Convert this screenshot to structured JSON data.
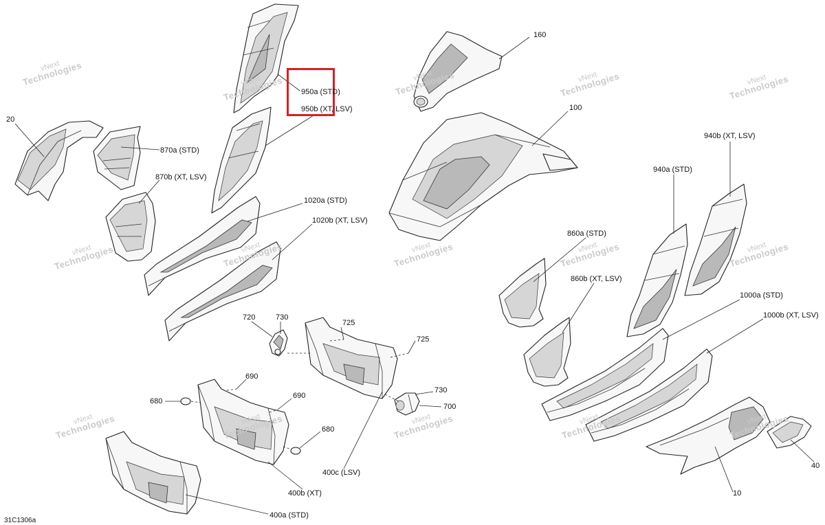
{
  "diagram_code": "31C1306a",
  "watermark": {
    "line1": "vNext",
    "line2": "Technologies"
  },
  "callouts": {
    "p20": "20",
    "p870a": "870a (STD)",
    "p870b": "870b (XT, LSV)",
    "p950a": "950a (STD)",
    "p950b": "950b (XT, LSV)",
    "p1020a": "1020a (STD)",
    "p1020b": "1020b (XT, LSV)",
    "p160": "160",
    "p100": "100",
    "p940b": "940b (XT, LSV)",
    "p940a": "940a (STD)",
    "p860a": "860a (STD)",
    "p860b": "860b (XT, LSV)",
    "p1000a": "1000a (STD)",
    "p1000b": "1000b (XT, LSV)",
    "p720": "720",
    "p730a": "730",
    "p725a": "725",
    "p725b": "725",
    "p730b": "730",
    "p700": "700",
    "p690a": "690",
    "p690b": "690",
    "p680a": "680",
    "p680b": "680",
    "p400c": "400c (LSV)",
    "p400b": "400b (XT)",
    "p400a": "400a (STD)",
    "p40": "40",
    "p10": "10"
  },
  "highlight": {
    "color": "#d81e24",
    "target": "950a (STD) / 950b (XT, LSV)"
  }
}
